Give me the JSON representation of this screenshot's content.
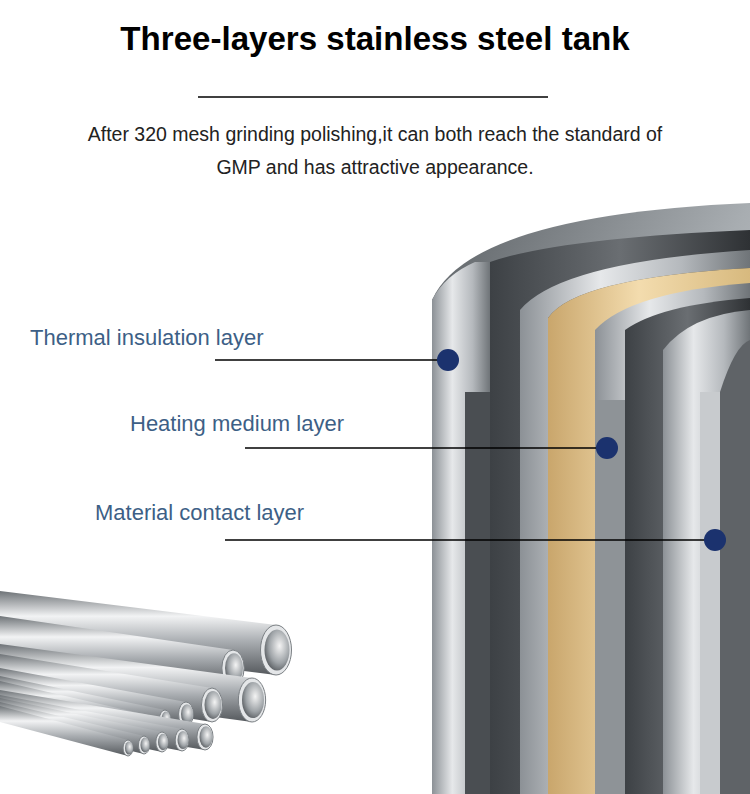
{
  "diagram": {
    "title": "Three-layers stainless steel tank",
    "labels": [
      "After 320 mesh grinding polishing,it can both reach the standard of GMP and has attractive appearance.",
      "Thermal insulation layer",
      "Heating medium layer",
      "Material contact layer"
    ]
  }
}
